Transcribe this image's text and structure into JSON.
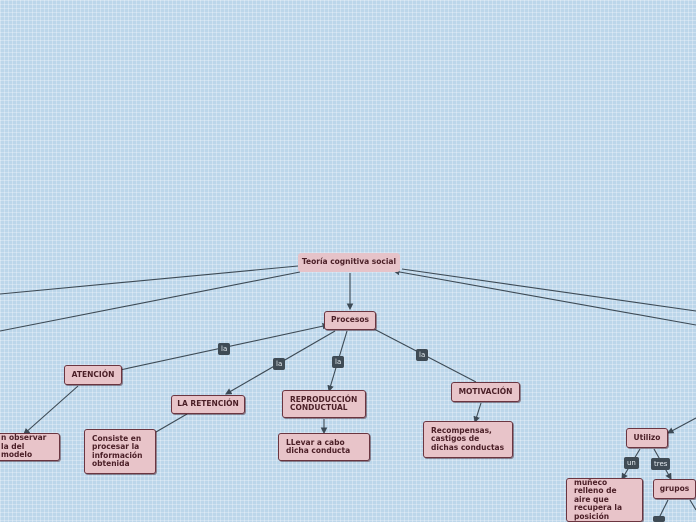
{
  "root": "Teoría cognitiva social",
  "procesos": "Procesos",
  "atencion": "ATENCIÓN",
  "retencion": "LA RETENCIÓN",
  "reproduccion": "REPRODUCCIÓN CONDUCTUAL",
  "motivacion": "MOTIVACIÓN",
  "atencion_desc": "n observar la del modelo",
  "retencion_desc": "Consiste en procesar la información obtenida",
  "reproduccion_desc": "LLevar a cabo dicha conducta",
  "motivacion_desc": "Recompensas, castigos de dichas conductas",
  "utilizo": "Utilizo",
  "grupos": "grupos",
  "muneco": "muñeco relleno de aire que recupera la posición",
  "labels": {
    "la1": "la",
    "la2": "la",
    "la3": "la",
    "la4": "la",
    "un": "un",
    "tres": "tres"
  },
  "colors": {
    "node_fill": "#e8c4c9",
    "node_border": "#6b3540",
    "edge": "#3d4a55",
    "background": "#bcd6ea"
  }
}
